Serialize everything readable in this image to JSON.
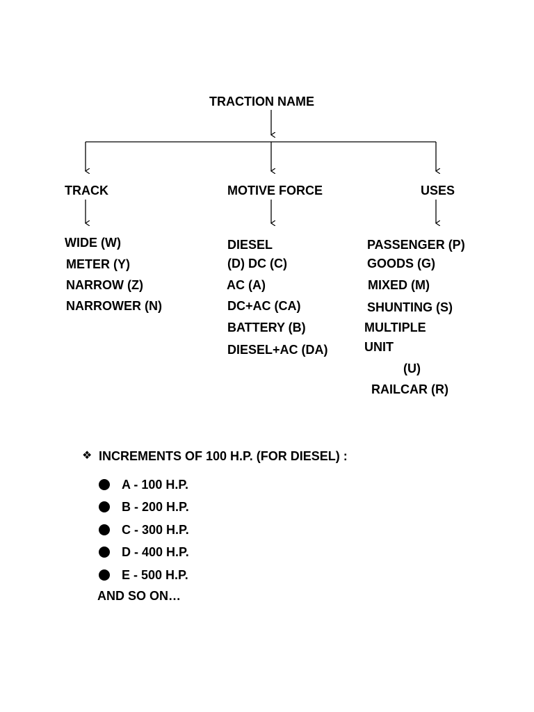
{
  "diagram": {
    "root": "TRACTION NAME",
    "branches": [
      {
        "heading": "TRACK",
        "items": [
          "WIDE (W)",
          "METER (Y)",
          "NARROW (Z)",
          "NARROWER (N)"
        ]
      },
      {
        "heading": "MOTIVE FORCE",
        "items": [
          "DIESEL",
          "(D) DC (C)",
          "AC (A)",
          "DC+AC (CA)",
          "BATTERY (B)",
          "DIESEL+AC (DA)"
        ]
      },
      {
        "heading": "USES",
        "items": [
          "PASSENGER (P)",
          "GOODS (G)",
          "MIXED (M)",
          "SHUNTING (S)",
          "MULTIPLE",
          "UNIT",
          "(U)",
          "RAILCAR (R)"
        ]
      }
    ]
  },
  "increments": {
    "icon": "diamond-cluster-icon",
    "heading": "INCREMENTS OF 100 H.P. (FOR DIESEL) :",
    "items": [
      "A - 100 H.P.",
      "B - 200 H.P.",
      "C - 300 H.P.",
      "D - 400 H.P.",
      "E - 500 H.P."
    ],
    "footer": "AND SO ON…"
  }
}
